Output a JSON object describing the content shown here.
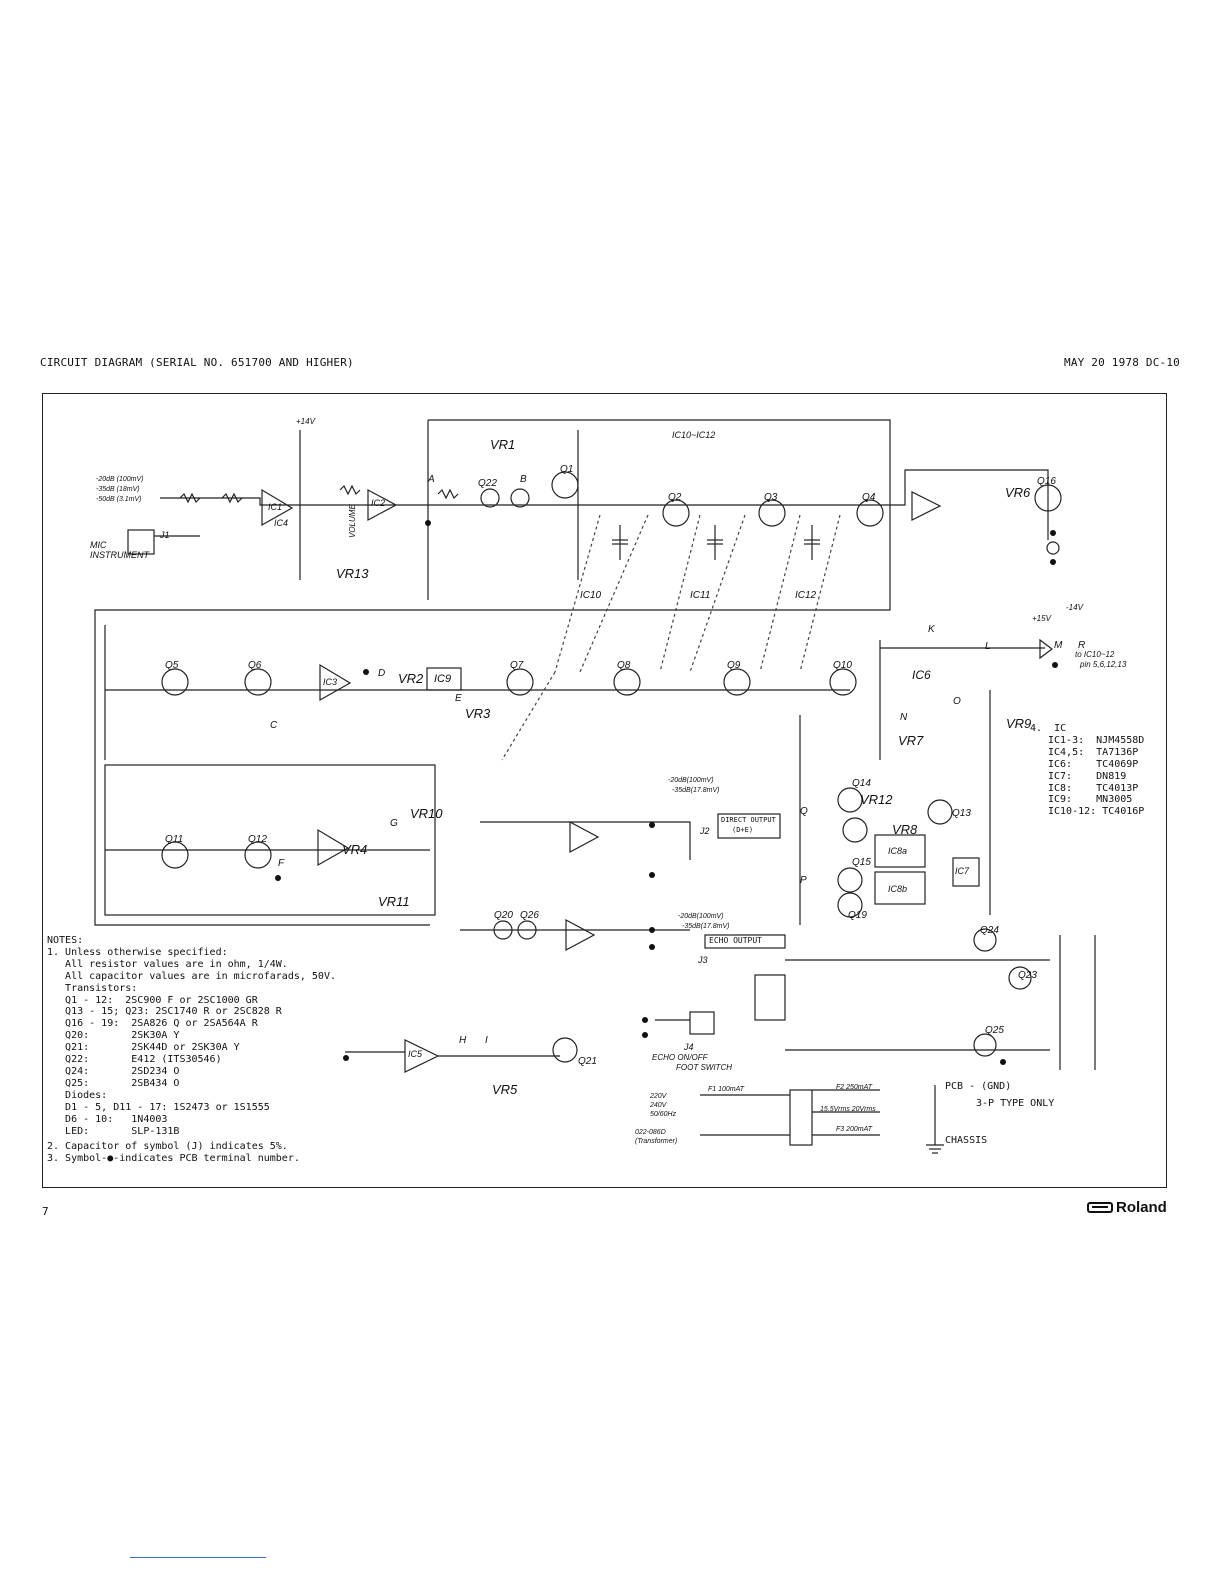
{
  "header": {
    "title": "CIRCUIT DIAGRAM (SERIAL NO. 651700 AND HIGHER)",
    "date_model": "MAY 20 1978 DC-10"
  },
  "footer": {
    "page_number": "7",
    "brand": "Roland"
  },
  "notes": {
    "heading": "NOTES:",
    "lines": [
      "1. Unless otherwise specified:",
      "   All resistor values are in ohm, 1/4W.",
      "   All capacitor values are in microfarads, 50V.",
      "   Transistors:",
      "   Q1 - 12:  2SC900 F or 2SC1000 GR",
      "   Q13 - 15; Q23: 2SC1740 R or 2SC828 R",
      "   Q16 - 19:  2SA826 Q or 2SA564A R",
      "   Q20:       2SK30A Y",
      "   Q21:       2SK44D or 2SK30A Y",
      "   Q22:       E412 (ITS30546)",
      "   Q24:       2SD234 O",
      "   Q25:       2SB434 O",
      "   Diodes:",
      "   D1 - 5, D11 - 17: 1S2473 or 1S1555",
      "   D6 - 10:   1N4003",
      "   LED:       SLP-131B"
    ],
    "note2": "2. Capacitor of symbol (J) indicates 5%.",
    "note3": "3. Symbol-●-indicates PCB terminal number."
  },
  "ic_list": {
    "heading": "4.  IC",
    "items": [
      "IC1-3:  NJM4558D",
      "IC4,5:  TA7136P",
      "IC6:    TC4069P",
      "IC7:    DN819",
      "IC8:    TC4013P",
      "IC9:    MN3005",
      "IC10-12: TC4016P"
    ]
  },
  "pcb_note": {
    "pcb": "PCB - (GND)",
    "type": "3-P TYPE ONLY",
    "chassis": "CHASSIS"
  },
  "labels": {
    "direct_output": "DIRECT OUTPUT",
    "direct_output_sub": "(D+E)",
    "echo_output": "ECHO OUTPUT",
    "echo_footswitch": "ECHO ON/OFF",
    "foot_switch": "FOOT SWITCH",
    "mic_instrument": "MIC INSTRUMENT",
    "volume": "VOLUME",
    "ic10_12": "IC10~IC12",
    "to_ic10": "to IC10~12",
    "pins": "pin 5,6,12,13",
    "input_levels": [
      "-20dB (100mV)",
      "-35dB (18mV)",
      "-50dB (3.1mV)"
    ],
    "direct_levels": [
      "-20dB(100mV)",
      "-35dB(17.8mV)"
    ],
    "echo_levels": [
      "-20dB(100mV)",
      "-35dB(17.8mV)"
    ],
    "transformer": "022-086D (Transformer)",
    "mains": "220V 240V 50/60Hz",
    "f1": "F1 100mAT",
    "f2": "F2 250mAT",
    "f3": "F3 200mAT",
    "secondary": "15.5Vrms 20Vrms",
    "rails": [
      "+14V",
      "-14V",
      "+15V"
    ]
  },
  "designators": {
    "vr": [
      "VR1",
      "VR2",
      "VR3",
      "VR4",
      "VR5",
      "VR6",
      "VR7",
      "VR8",
      "VR9",
      "VR10",
      "VR11",
      "VR12",
      "VR13"
    ],
    "q_top": [
      "Q1",
      "Q2",
      "Q3",
      "Q4",
      "Q16",
      "Q22"
    ],
    "q_mid": [
      "Q5",
      "Q6",
      "Q7",
      "Q8",
      "Q9",
      "Q10"
    ],
    "q_low": [
      "Q11",
      "Q12",
      "Q13",
      "Q14",
      "Q15",
      "Q19"
    ],
    "q_bot": [
      "Q20",
      "Q21",
      "Q23",
      "Q24",
      "Q25",
      "Q26"
    ],
    "ic": [
      "IC1",
      "IC2",
      "IC3",
      "IC4",
      "IC5",
      "IC6",
      "IC7",
      "IC8a",
      "IC8b",
      "IC9",
      "IC10",
      "IC11",
      "IC12"
    ],
    "nodes": [
      "A",
      "B",
      "C",
      "D",
      "E",
      "F",
      "G",
      "H",
      "I",
      "K",
      "L",
      "M",
      "N",
      "O",
      "P",
      "Q",
      "R"
    ],
    "jacks": [
      "J1",
      "J2",
      "J3",
      "J4"
    ]
  }
}
